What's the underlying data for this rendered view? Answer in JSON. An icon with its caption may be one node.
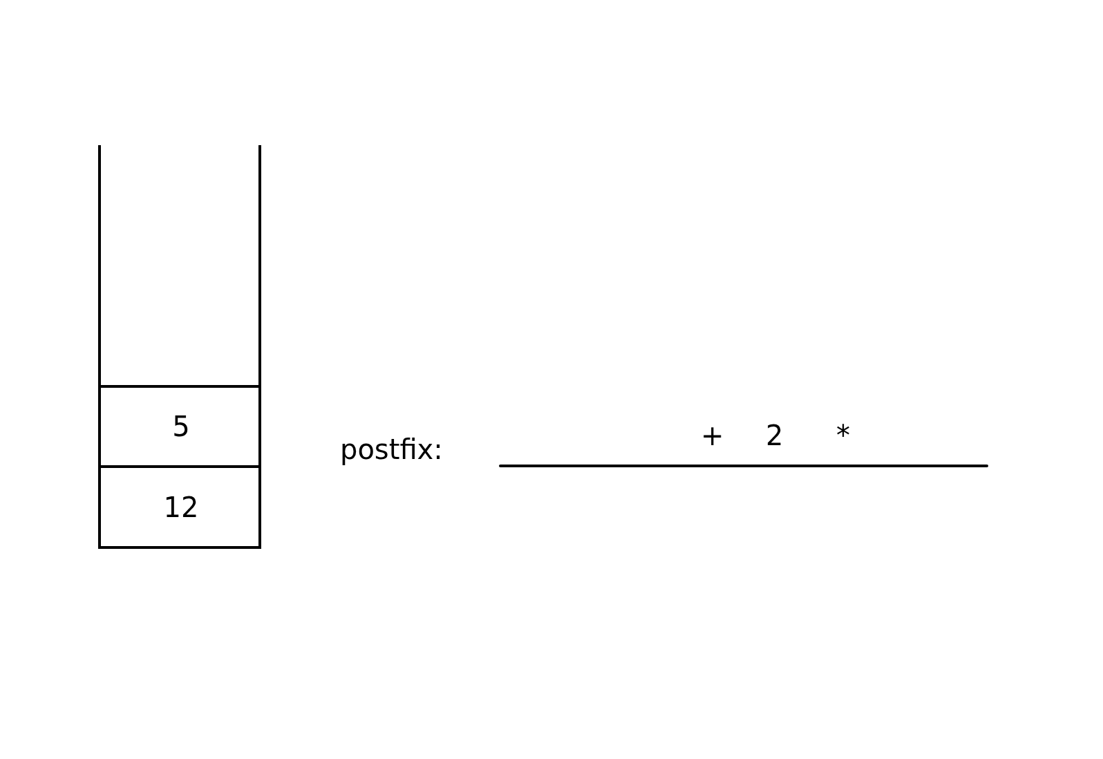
{
  "diagram": {
    "nodes": [
      {
        "text": [],
        "shape": "box"
      },
      {
        "text": [
          "5"
        ],
        "in": 0
      },
      {
        "text": [
          "12"
        ],
        "in": 0
      }
    ],
    "labels": [
      "postfix:",
      "+",
      "2",
      "*"
    ]
  }
}
